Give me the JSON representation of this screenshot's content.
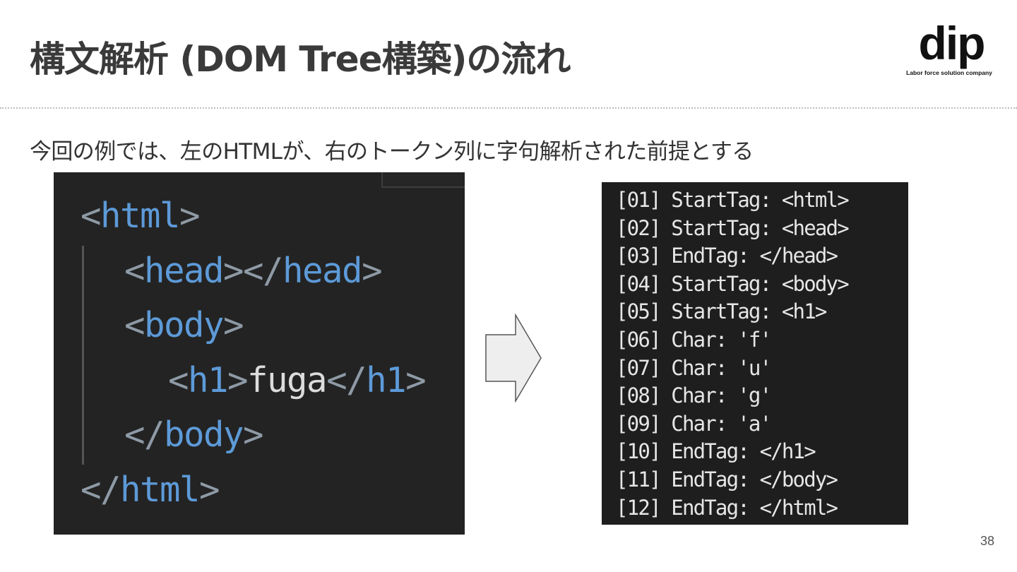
{
  "slide": {
    "title": "構文解析 (DOM Tree構築)の流れ",
    "subtitle": "今回の例では、左のHTMLが、右のトークン列に字句解析された前提とする",
    "page_number": "38"
  },
  "logo": {
    "wordmark": "dip",
    "tagline": "Labor force solution company"
  },
  "code_example": {
    "lines": [
      {
        "indent": 0,
        "tokens": [
          {
            "text": "<",
            "kind": "punct"
          },
          {
            "text": "html",
            "kind": "tag"
          },
          {
            "text": ">",
            "kind": "punct"
          }
        ]
      },
      {
        "indent": 1,
        "tokens": [
          {
            "text": "<",
            "kind": "punct"
          },
          {
            "text": "head",
            "kind": "tag"
          },
          {
            "text": "></",
            "kind": "punct"
          },
          {
            "text": "head",
            "kind": "tag"
          },
          {
            "text": ">",
            "kind": "punct"
          }
        ]
      },
      {
        "indent": 1,
        "tokens": [
          {
            "text": "<",
            "kind": "punct"
          },
          {
            "text": "body",
            "kind": "tag"
          },
          {
            "text": ">",
            "kind": "punct"
          }
        ]
      },
      {
        "indent": 2,
        "tokens": [
          {
            "text": "<",
            "kind": "punct"
          },
          {
            "text": "h1",
            "kind": "tag"
          },
          {
            "text": ">",
            "kind": "punct"
          },
          {
            "text": "fuga",
            "kind": "text"
          },
          {
            "text": "</",
            "kind": "punct"
          },
          {
            "text": "h1",
            "kind": "tag"
          },
          {
            "text": ">",
            "kind": "punct"
          }
        ]
      },
      {
        "indent": 1,
        "tokens": [
          {
            "text": "</",
            "kind": "punct"
          },
          {
            "text": "body",
            "kind": "tag"
          },
          {
            "text": ">",
            "kind": "punct"
          }
        ]
      },
      {
        "indent": 0,
        "tokens": [
          {
            "text": "</",
            "kind": "punct"
          },
          {
            "text": "html",
            "kind": "tag"
          },
          {
            "text": ">",
            "kind": "punct"
          }
        ]
      }
    ]
  },
  "token_list": {
    "lines": [
      "[01] StartTag: <html>",
      "[02] StartTag: <head>",
      "[03] EndTag: </head>",
      "[04] StartTag: <body>",
      "[05] StartTag: <h1>",
      "[06] Char: 'f'",
      "[07] Char: 'u'",
      "[08] Char: 'g'",
      "[09] Char: 'a'",
      "[10] EndTag: </h1>",
      "[11] EndTag: </body>",
      "[12] EndTag: </html>"
    ]
  },
  "colors": {
    "code_background": "#232323",
    "token_background": "#1e1e1e",
    "tag_name": "#5d9ad8",
    "punctuation": "#8e9aa6",
    "text_content": "#dcdcdc",
    "arrow_fill": "#eeeeee"
  },
  "icons": {
    "arrow": "right-arrow-icon"
  }
}
